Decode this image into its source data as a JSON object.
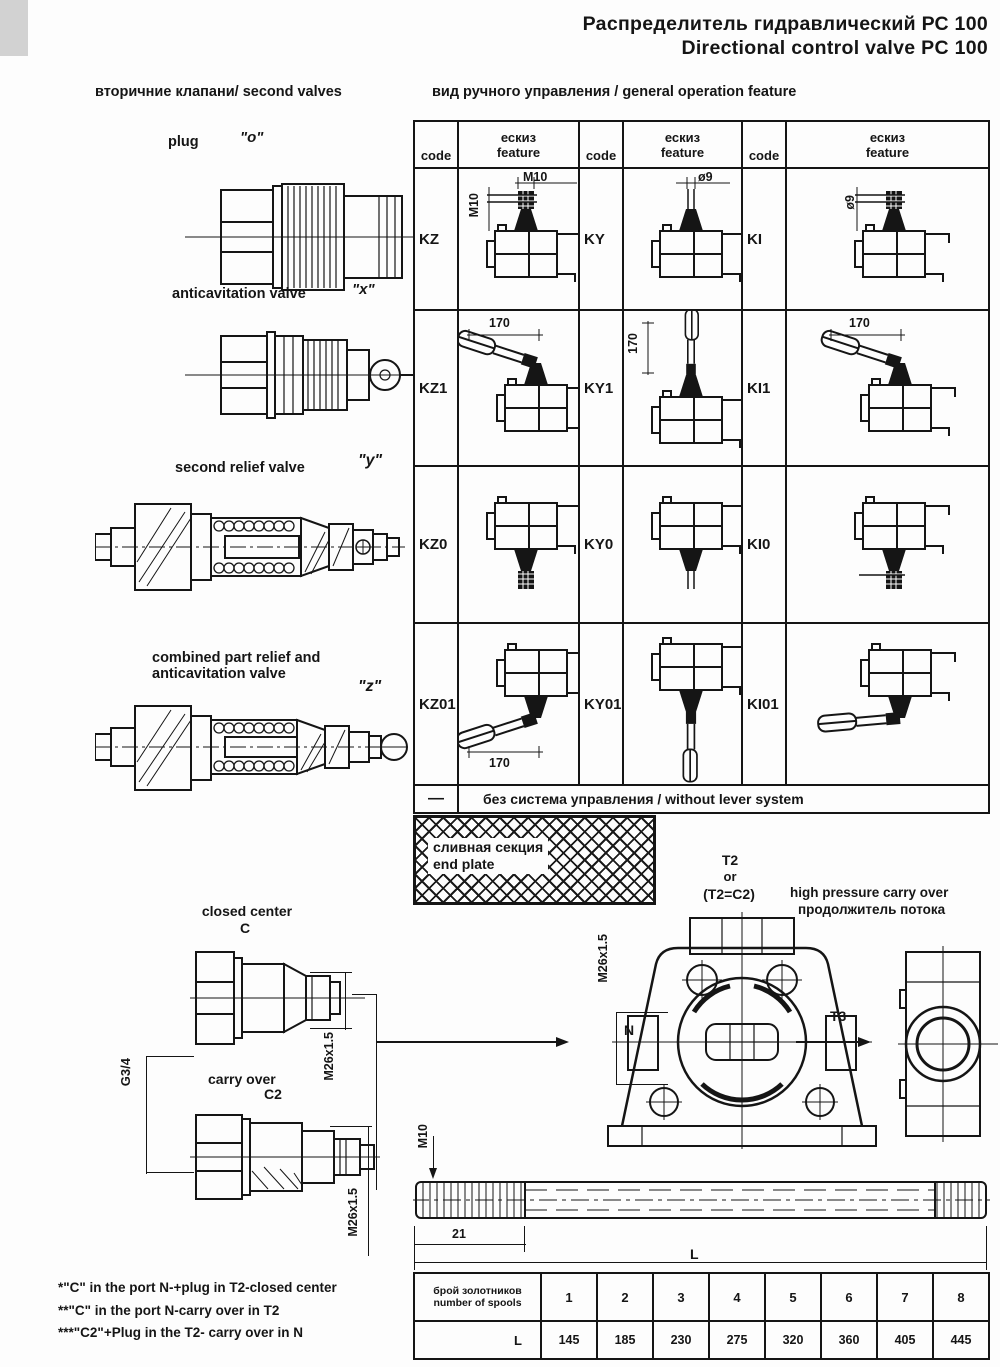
{
  "title": {
    "ru": "Распределитель гидравлический РС 100",
    "en": "Directional control valve PC 100"
  },
  "section_headers": {
    "left": "вторичние клапани/ second valves",
    "right": "вид ручного управления / general operation feature"
  },
  "secondary_valves": {
    "plug": {
      "label": "plug",
      "code": "\"o\""
    },
    "anticavitation": {
      "label": "anticavitation valve",
      "code": "\"x\""
    },
    "second_relief": {
      "label": "second relief valve",
      "code": "\"y\""
    },
    "combined_line1": "combined part relief and",
    "combined_line2": "anticavitation valve",
    "combined_code": "\"z\""
  },
  "feature_table": {
    "col_header_code": "code",
    "col_header_sketch_ru": "ескиз",
    "col_header_sketch_en": "feature",
    "rows": [
      {
        "cells": [
          {
            "code": "KZ",
            "dim_top": "M10",
            "dim_side": "M10"
          },
          {
            "code": "KY",
            "dim_top": "ø9"
          },
          {
            "code": "KI",
            "dim_side": "ø9"
          }
        ]
      },
      {
        "cells": [
          {
            "code": "KZ1",
            "dim_top": "170"
          },
          {
            "code": "KY1",
            "dim_side": "170"
          },
          {
            "code": "KI1",
            "dim_top": "170"
          }
        ]
      },
      {
        "cells": [
          {
            "code": "KZ0"
          },
          {
            "code": "KY0"
          },
          {
            "code": "KI0"
          }
        ]
      },
      {
        "cells": [
          {
            "code": "KZ01",
            "dim_bottom": "170"
          },
          {
            "code": "KY01"
          },
          {
            "code": "KI01"
          }
        ]
      }
    ],
    "no_lever_code": "—",
    "no_lever_text": "без система управления / without lever system"
  },
  "end_plate": {
    "ru": "сливная секция",
    "en": "end plate"
  },
  "high_pressure_carry_over": {
    "port": "T2",
    "or": "or",
    "equiv": "(T2=C2)",
    "en": "high pressure carry over",
    "ru": "продолжитель потока",
    "thread": "M26x1.5",
    "dim_n": "N",
    "port_t3": "T3"
  },
  "closed_center": {
    "label": "closed center",
    "code": "C",
    "thread": "M26x1.5"
  },
  "carry_over": {
    "label": "carry over",
    "code": "C2",
    "thread_left": "G3/4",
    "thread_right": "M26x1.5"
  },
  "tie_rod": {
    "thread": "M10",
    "thread_length": "21",
    "length_label": "L"
  },
  "spool_table": {
    "header_ru": "брой золотников",
    "header_en": "number of spools",
    "row_label": "L",
    "spools": [
      "1",
      "2",
      "3",
      "4",
      "5",
      "6",
      "7",
      "8"
    ],
    "lengths": [
      "145",
      "185",
      "230",
      "275",
      "320",
      "360",
      "405",
      "445"
    ]
  },
  "footnotes": [
    "*\"C\" in the port N-+plug in T2-closed center",
    "**\"C\" in the port N-carry over in T2",
    "***\"C2\"+Plug in the T2- carry over in N"
  ]
}
